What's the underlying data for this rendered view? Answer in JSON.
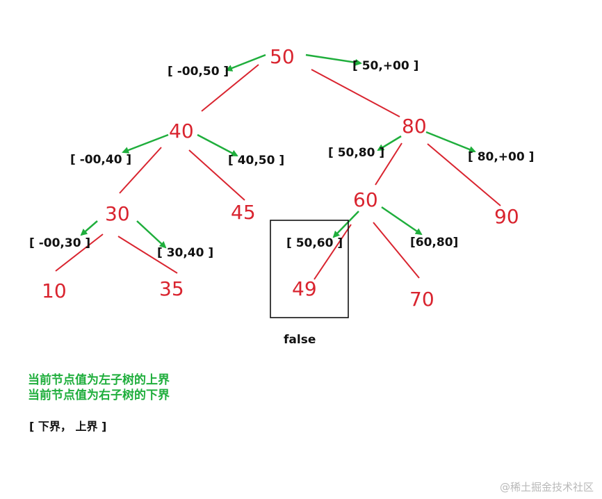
{
  "colors": {
    "node": "#d9242f",
    "edge": "#d9242f",
    "arrow": "#1fae3c",
    "text": "#111111",
    "note": "#1fae3c",
    "watermark": "#b9b9b9"
  },
  "nodes": [
    {
      "id": "n50",
      "label": "50"
    },
    {
      "id": "n40",
      "label": "40"
    },
    {
      "id": "n80",
      "label": "80"
    },
    {
      "id": "n30",
      "label": "30"
    },
    {
      "id": "n45",
      "label": "45"
    },
    {
      "id": "n60",
      "label": "60"
    },
    {
      "id": "n90",
      "label": "90"
    },
    {
      "id": "n10",
      "label": "10"
    },
    {
      "id": "n35",
      "label": "35"
    },
    {
      "id": "n49",
      "label": "49"
    },
    {
      "id": "n70",
      "label": "70"
    }
  ],
  "edges": [
    {
      "from": "50",
      "to": "40"
    },
    {
      "from": "50",
      "to": "80"
    },
    {
      "from": "40",
      "to": "30"
    },
    {
      "from": "40",
      "to": "45"
    },
    {
      "from": "80",
      "to": "60"
    },
    {
      "from": "80",
      "to": "90"
    },
    {
      "from": "30",
      "to": "10"
    },
    {
      "from": "30",
      "to": "35"
    },
    {
      "from": "60",
      "to": "49"
    },
    {
      "from": "60",
      "to": "70"
    }
  ],
  "ranges": [
    {
      "id": "r1",
      "label": "[ -00,50 ]"
    },
    {
      "id": "r2",
      "label": "[ 50,+00 ]"
    },
    {
      "id": "r3",
      "label": "[ -00,40 ]"
    },
    {
      "id": "r4",
      "label": "[ 40,50 ]"
    },
    {
      "id": "r5",
      "label": "[ 50,80 ]"
    },
    {
      "id": "r6",
      "label": "[ 80,+00 ]"
    },
    {
      "id": "r7",
      "label": "[ -00,30 ]"
    },
    {
      "id": "r8",
      "label": "[ 30,40 ]"
    },
    {
      "id": "r9",
      "label": "[ 50,60 ]"
    },
    {
      "id": "r10",
      "label": "[60,80]"
    }
  ],
  "highlight_caption": "false",
  "notes": [
    "当前节点值为左子树的上界",
    "当前节点值为右子树的下界"
  ],
  "legend": "[ 下界， 上界 ]",
  "watermark": "@稀土掘金技术社区"
}
